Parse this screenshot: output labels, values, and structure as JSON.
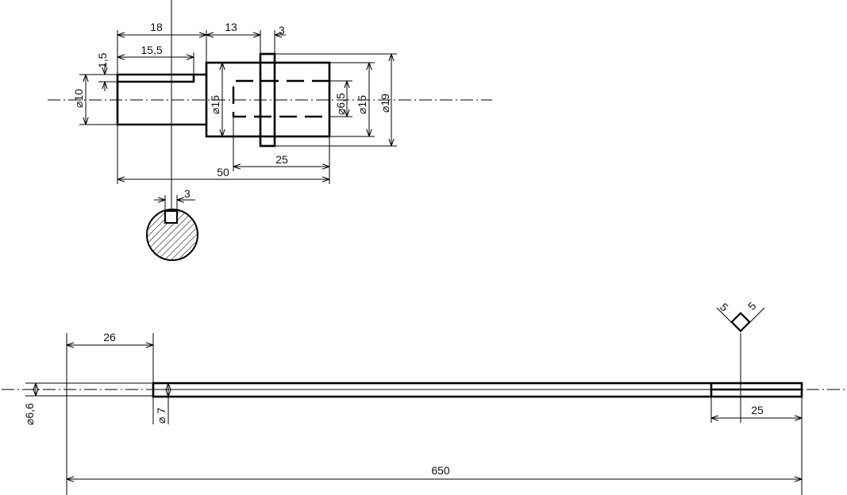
{
  "colors": {
    "line": "#000000",
    "background": "#ffffff"
  },
  "top_view": {
    "dims": {
      "len_18": "18",
      "len_13": "13",
      "len_3_collar": "3",
      "len_15_5": "15,5",
      "keyway_depth": "1,5",
      "dia_10": "⌀10",
      "dia_15_left": "⌀15",
      "dia_6_5": "⌀6,5",
      "dia_15_right": "⌀15",
      "dia_19": "⌀19",
      "len_25": "25",
      "len_50": "50"
    }
  },
  "section_view": {
    "key_width": "3"
  },
  "rod_view": {
    "dims": {
      "len_26": "26",
      "dia_6_6": "⌀6,6",
      "dia_7": "⌀ 7",
      "square_5_a": "5",
      "square_5_b": "5",
      "len_25": "25",
      "len_650": "650"
    }
  }
}
